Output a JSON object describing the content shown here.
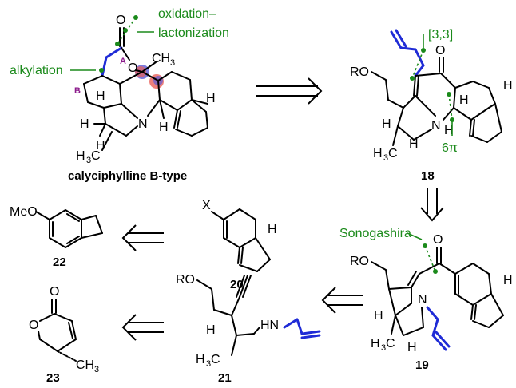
{
  "compounds": {
    "target": {
      "name": "calyciphylline B-type"
    },
    "c18": {
      "number": "18"
    },
    "c19": {
      "number": "19"
    },
    "c20": {
      "number": "20"
    },
    "c21": {
      "number": "21"
    },
    "c22": {
      "number": "22"
    },
    "c23": {
      "number": "23"
    }
  },
  "annotations": {
    "oxidation_line1": "oxidation–",
    "oxidation_line2": "lactonization",
    "alkylation": "alkylation",
    "sigmatropic": "[3,3]",
    "electrocyclization": "6π",
    "sonogashira": "Sonogashira"
  },
  "rings": {
    "a": "A",
    "b": "B"
  },
  "atoms": {
    "O": "O",
    "N": "N",
    "H": "H",
    "RO": "RO",
    "MeO": "MeO",
    "HN": "HN",
    "X": "X",
    "CH": "CH",
    "H3C_H": "H",
    "H3C_C": "C",
    "sub3": "3"
  },
  "colors": {
    "highlight_blue": "#1f2bd6",
    "annotation_green": "#1b8a1b",
    "ring_label_purple": "#8b1a8b",
    "atom_red": "#e8605a",
    "atom_blue": "#5b5bd6"
  }
}
